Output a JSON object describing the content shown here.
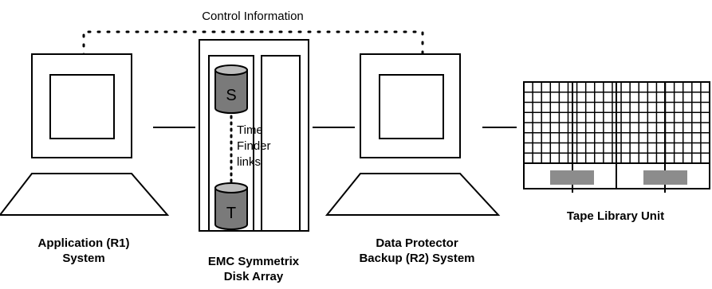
{
  "diagram": {
    "control_label": "Control Information",
    "app_label_line1": "Application (R1)",
    "app_label_line2": "System",
    "array_label_line1": "EMC Symmetrix",
    "array_label_line2": "Disk Array",
    "backup_label_line1": "Data Protector",
    "backup_label_line2": "Backup (R2) System",
    "tape_label": "Tape Library Unit",
    "source_disk_letter": "S",
    "target_disk_letter": "T",
    "link_label_line1": "Time",
    "link_label_line2": "Finder",
    "link_label_line3": "links",
    "colors": {
      "stroke": "#000000",
      "disk_fill": "#7a7a7a",
      "tape_slot_fill": "#8c8c8c",
      "background": "#ffffff"
    }
  }
}
